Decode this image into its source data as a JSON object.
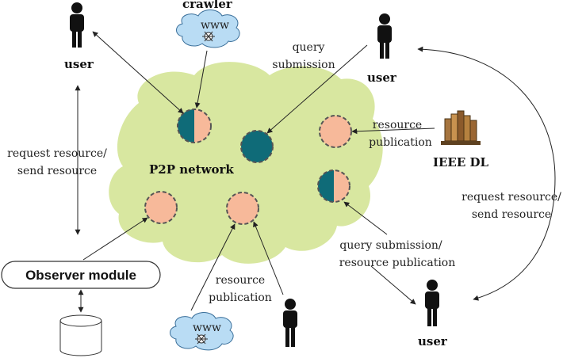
{
  "labels": {
    "crawler_top": "crawler",
    "user_top_left": "user",
    "user_top_right": "user",
    "user_bottom_right": "user",
    "query_submission_1": "query",
    "query_submission_2": "submission",
    "p2p_network": "P2P network",
    "resource_pub_right_1": "resource",
    "resource_pub_right_2": "publication",
    "ieee_dl": "IEEE DL",
    "req_left_1": "request resource/",
    "req_left_2": "send resource",
    "req_right_1": "request resource/",
    "req_right_2": "send resource",
    "qs_rp_1": "query submission/",
    "qs_rp_2": "resource publication",
    "observer_module": "Observer module",
    "resource_pub_bottom_1": "resource",
    "resource_pub_bottom_2": "publication",
    "crawler_bottom_www": "www",
    "crawler_top_www": "www"
  },
  "colors": {
    "cloud": "#d8e7a0",
    "peer_salmon": "#f7b99a",
    "peer_teal": "#0f6b78",
    "crawler_cloud": "#b9dcf4"
  }
}
